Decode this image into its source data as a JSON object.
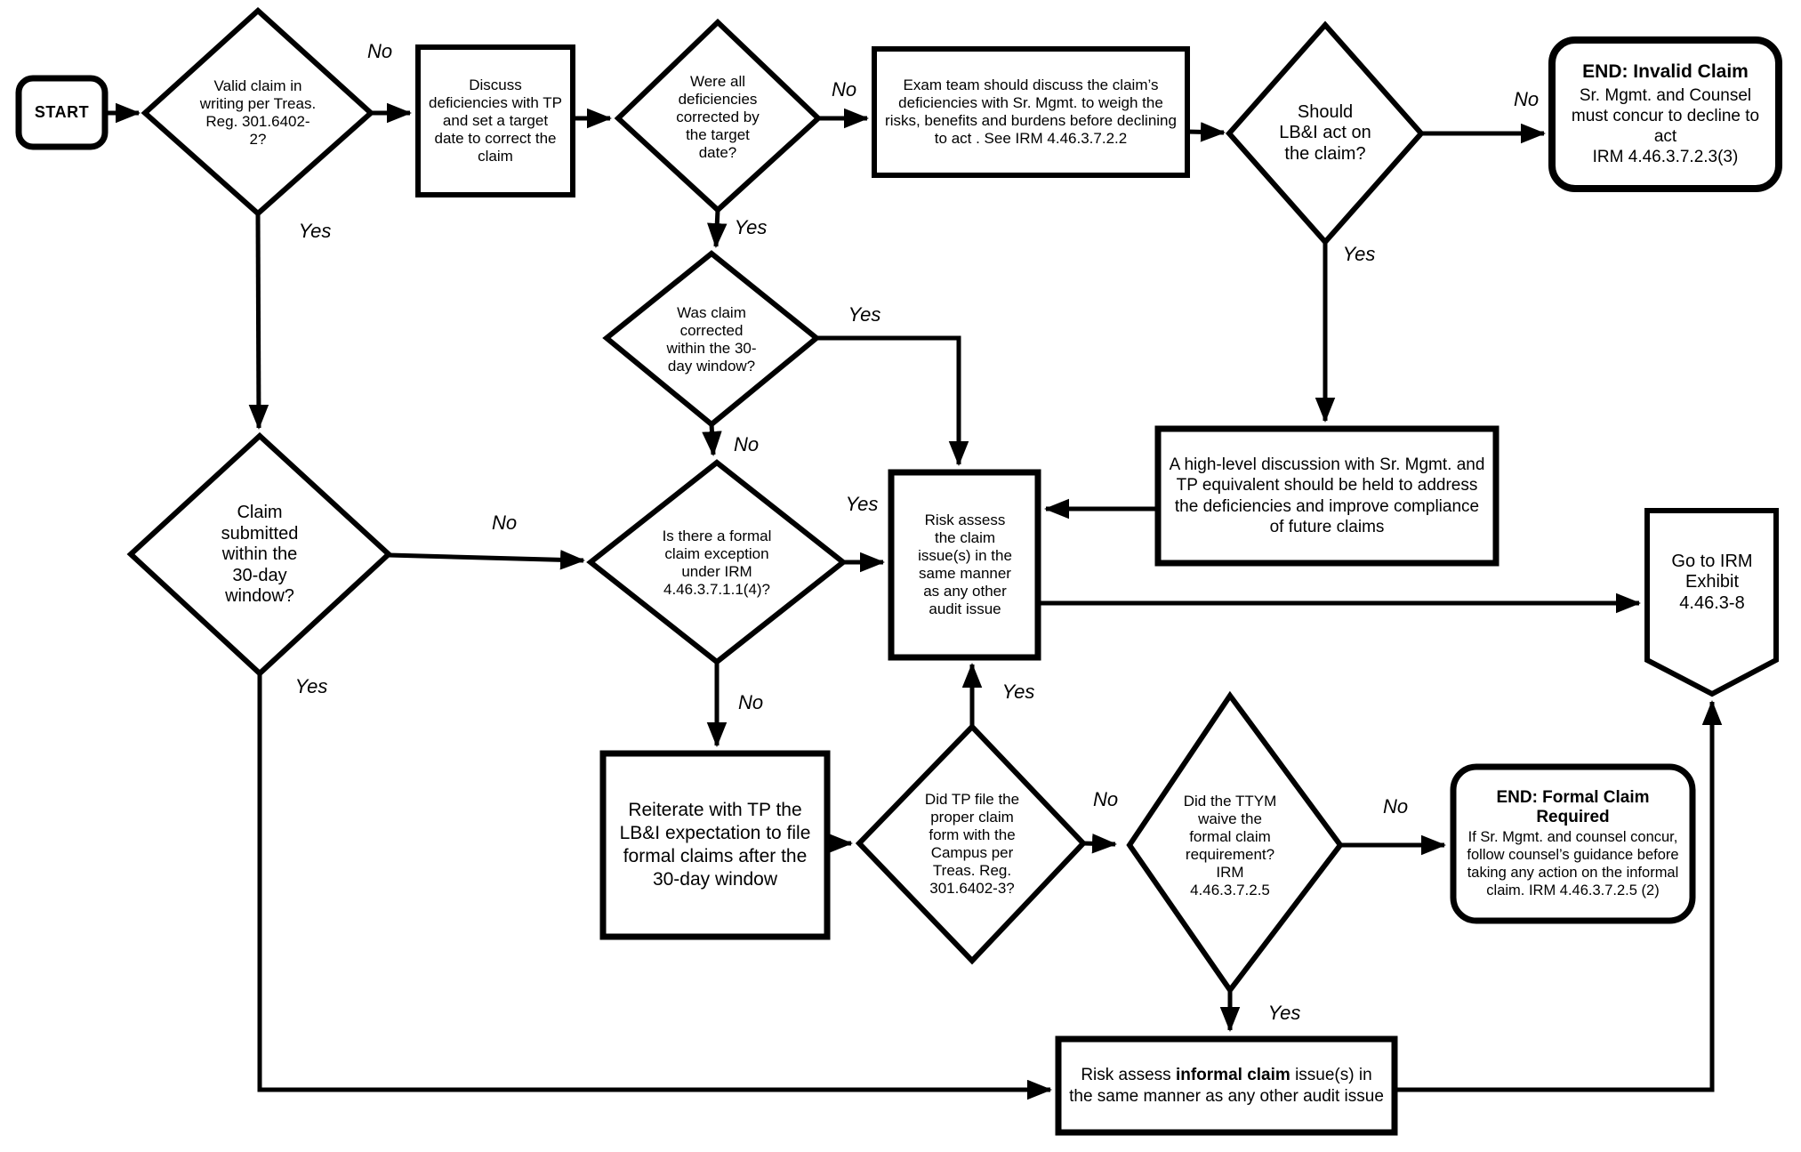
{
  "diagram": {
    "colors": {
      "line": "#000000",
      "background": "#ffffff"
    },
    "nodes": {
      "start": {
        "label": "START"
      },
      "valid_claim": {
        "text": "Valid claim in writing per Treas. Reg. 301.6402-2?"
      },
      "discuss_deficiencies": {
        "text": "Discuss deficiencies with TP and set a target date to correct the claim"
      },
      "were_all_deficiencies": {
        "text": "Were all deficiencies corrected by the target date?"
      },
      "exam_team": {
        "text": "Exam team should discuss the claim’s deficiencies with Sr. Mgmt. to weigh the risks, benefits and burdens before declining to act .  See IRM 4.46.3.7.2.2"
      },
      "should_lbi_act": {
        "text": "Should LB&I act on the claim?"
      },
      "end_invalid_claim": {
        "title": "END: Invalid Claim",
        "line1": "Sr. Mgmt. and Counsel must concur to decline to act",
        "line2": "IRM 4.46.3.7.2.3(3)"
      },
      "was_claim_corrected": {
        "text": "Was claim corrected within the 30-day window?"
      },
      "high_level_discussion": {
        "text": "A high-level discussion with Sr. Mgmt. and TP equivalent should be held to address the deficiencies and improve compliance of future claims"
      },
      "claim_submitted": {
        "text": "Claim submitted within the 30-day window?"
      },
      "formal_claim_exception": {
        "text": "Is there a formal claim exception under IRM 4.46.3.7.1.1(4)?"
      },
      "risk_assess_claim": {
        "text": "Risk assess the claim issue(s) in the same manner as any other audit issue"
      },
      "go_to_exhibit": {
        "text": "Go to IRM Exhibit 4.46.3-8"
      },
      "reiterate": {
        "text": "Reiterate with TP the LB&I expectation to file formal claims after the 30-day window"
      },
      "did_tp_file": {
        "text": "Did TP file the proper claim form with the Campus per Treas. Reg. 301.6402-3?"
      },
      "ttym_waive": {
        "text": "Did the TTYM  waive the formal claim requirement? IRM 4.46.3.7.2.5"
      },
      "end_formal_claim": {
        "title": "END: Formal Claim Required",
        "body": "If Sr. Mgmt. and counsel concur, follow counsel’s guidance before taking any action on the informal claim. IRM 4.46.3.7.2.5 (2)"
      },
      "risk_assess_informal": {
        "pre": "Risk assess ",
        "bold": "informal claim",
        "post": " issue(s) in the same manner as any other audit issue"
      }
    },
    "edge_labels": {
      "valid_no": "No",
      "valid_yes": "Yes",
      "were_all_no": "No",
      "were_all_yes": "Yes",
      "should_no": "No",
      "should_yes": "Yes",
      "was_corrected_yes": "Yes",
      "was_corrected_no": "No",
      "claim_submitted_no": "No",
      "claim_submitted_yes": "Yes",
      "formal_exception_yes": "Yes",
      "formal_exception_no": "No",
      "did_tp_yes": "Yes",
      "did_tp_no": "No",
      "ttym_no": "No",
      "ttym_yes": "Yes"
    }
  }
}
